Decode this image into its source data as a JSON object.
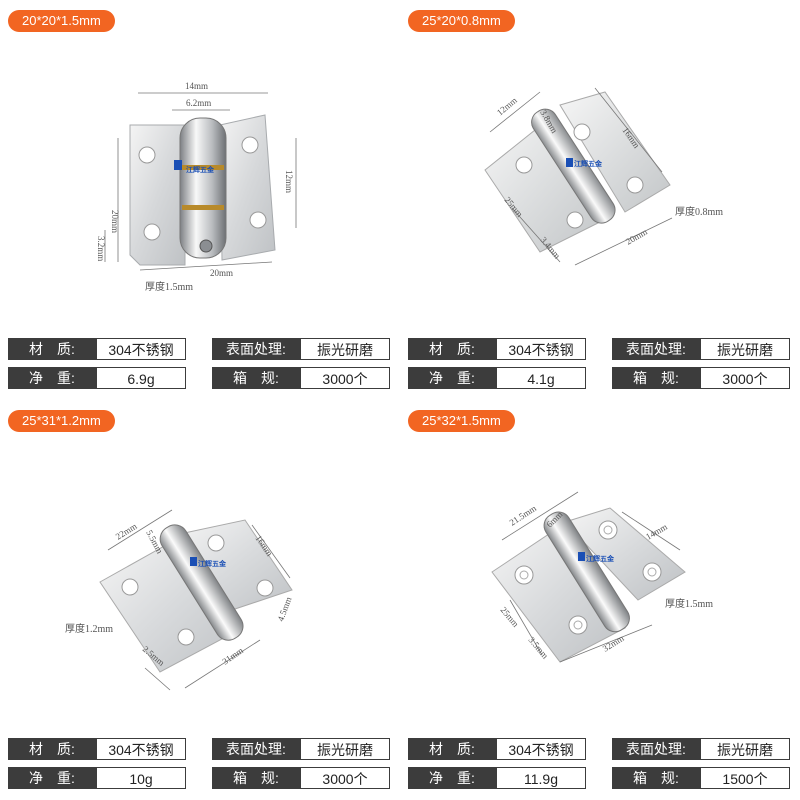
{
  "colors": {
    "accent": "#f26522",
    "label_bg": "#3c3c3c"
  },
  "labels": {
    "material": "材　质:",
    "weight": "净　重:",
    "surface": "表面处理:",
    "box": "箱　规:"
  },
  "products": [
    {
      "size": "20*20*1.5mm",
      "material": "304不锈钢",
      "weight": "6.9g",
      "surface": "振光研磨",
      "box": "3000个",
      "dims": [
        "14mm",
        "6.2mm",
        "20mm",
        "12mm",
        "3.2mm",
        "20mm",
        "厚度1.5mm"
      ],
      "logo": "江辉五金"
    },
    {
      "size": "25*20*0.8mm",
      "material": "304不锈钢",
      "weight": "4.1g",
      "surface": "振光研磨",
      "box": "3000个",
      "dims": [
        "12mm",
        "3.8mm",
        "16mm",
        "25mm",
        "3.4mm",
        "20mm",
        "厚度0.8mm"
      ],
      "logo": "江辉五金"
    },
    {
      "size": "25*31*1.2mm",
      "material": "304不锈钢",
      "weight": "10g",
      "surface": "振光研磨",
      "box": "3000个",
      "dims": [
        "22mm",
        "5.5mm",
        "16mm",
        "4.5mm",
        "2.5mm",
        "31mm",
        "厚度1.2mm"
      ],
      "logo": "江辉五金"
    },
    {
      "size": "25*32*1.5mm",
      "material": "304不锈钢",
      "weight": "11.9g",
      "surface": "振光研磨",
      "box": "1500个",
      "dims": [
        "21.5mm",
        "6mm",
        "14mm",
        "25mm",
        "3.5mm",
        "32mm",
        "厚度1.5mm"
      ],
      "logo": "江辉五金"
    }
  ]
}
